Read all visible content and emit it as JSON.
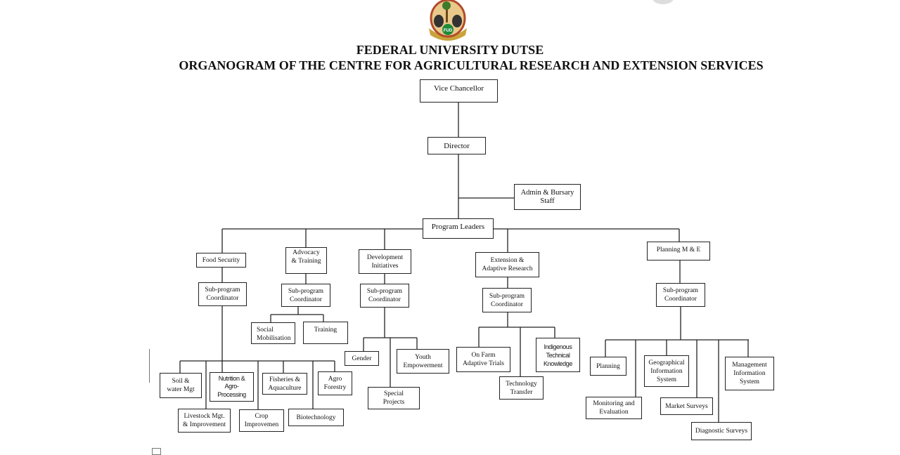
{
  "header": {
    "logo_text": "FUD",
    "title": "FEDERAL UNIVERSITY DUTSE",
    "subtitle": "ORGANOGRAM OF THE CENTRE FOR AGRICULTURAL RESEARCH AND EXTENSION SERVICES"
  },
  "nodes": {
    "vc": "Vice Chancellor",
    "director": "Director",
    "admin": "Admin & Bursary\nStaff",
    "program_leaders": "Program Leaders",
    "food_security": "Food Security",
    "advocacy": "Advocacy\n& Training",
    "development": "Development\nInitiatives",
    "extension": "Extension &\nAdaptive Research",
    "planning_me": "Planning M & E",
    "sub_coord": "Sub-program\nCoordinator",
    "social": "Social\nMobilisation",
    "training": "Training",
    "gender": "Gender",
    "youth": "Youth\nEmpowerment",
    "special": "Special\nProjects",
    "soil": "Soil &\nwater Mgt",
    "nutrition": "Nutrition &\nAgro-\nProcessing",
    "fisheries": "Fisheries &\nAquaculture",
    "agro_forestry": "Agro\nForestry",
    "livestock": "Livestock Mgt.\n& Improvement",
    "crop": "Crop\nImprovemen",
    "biotech": "Biotechnology",
    "on_farm": "On Farm\nAdaptive Trials",
    "indigenous": "Indigenous\nTechnical\nKnowledge",
    "tech_transfer": "Technology\nTransfer",
    "planning": "Planning",
    "gis": "Geographical\nInformation\nSystem",
    "mis": "Management\nInformation\nSystem",
    "monitoring": "Monitoring and\nEvaluation",
    "market": "Market Surveys",
    "diagnostic": "Diagnostic Surveys"
  }
}
